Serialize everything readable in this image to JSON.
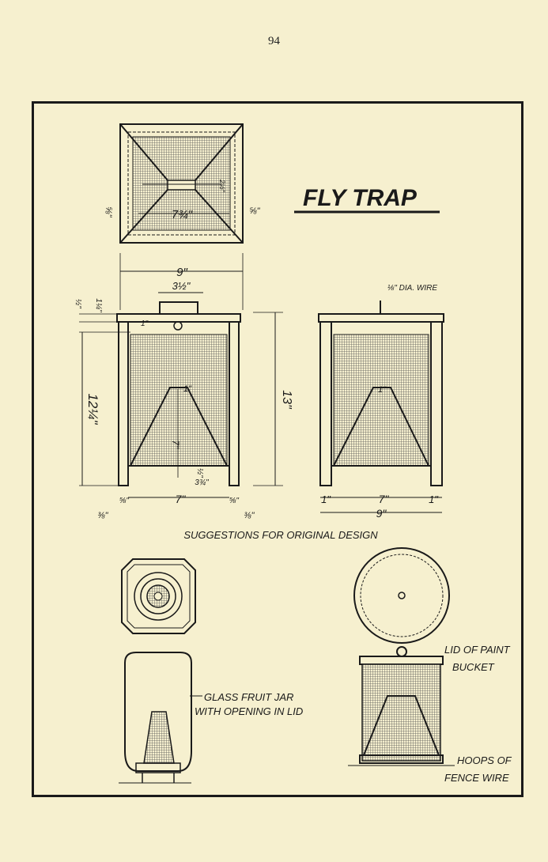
{
  "page_number": "94",
  "title": "FLY TRAP",
  "original_design_caption": "SUGGESTIONS FOR ORIGINAL DESIGN",
  "top_view_dims": {
    "inner": "7¾\"",
    "side_left": "⅝\"",
    "side_right": "⅝\"",
    "slot": "2½\"",
    "width": "9\"",
    "handle": "3½\""
  },
  "front_view_dims": {
    "top_a": "½\"",
    "top_b": "1¼\"",
    "lid": "1\"",
    "height": "12¼\"",
    "overall": "13\"",
    "cone_top": "1\"",
    "cone_height": "7\"",
    "gap": "½\"",
    "bottom": "3¾\"",
    "inner_width": "7\"",
    "leg_left": "⅝\"",
    "leg_right": "⅝\"",
    "foot_left": "⅜\"",
    "foot_right": "⅜\""
  },
  "side_view_dims": {
    "wire": "⅛\" DIA. WIRE",
    "cone_top": "1\"",
    "leg_left": "1\"",
    "inner": "7\"",
    "leg_right": "1\"",
    "overall": "9\""
  },
  "jar_label_line1": "GLASS FRUIT JAR",
  "jar_label_line2": "WITH OPENING IN LID",
  "bucket_label_line1": "LID OF PAINT",
  "bucket_label_line2": "BUCKET",
  "hoops_label_line1": "HOOPS OF",
  "hoops_label_line2": "FENCE WIRE"
}
